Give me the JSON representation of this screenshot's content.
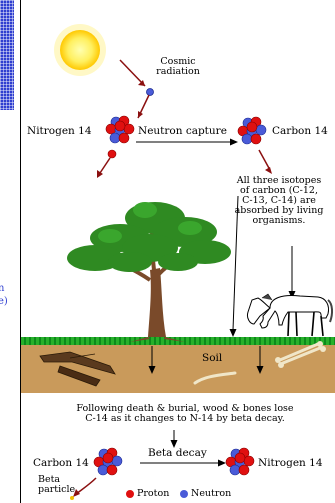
{
  "left_margin": {
    "fragment_1": "n",
    "fragment_2": "e)"
  },
  "labels": {
    "cosmic_radiation_line1": "Cosmic",
    "cosmic_radiation_line2": "radiation",
    "nitrogen14_top": "Nitrogen 14",
    "neutron_capture": "Neutron capture",
    "carbon14_top": "Carbon 14",
    "isotopes_line1": "All three isotopes",
    "isotopes_line2": "of carbon (C-12,",
    "isotopes_line3": "C-13, C-14) are",
    "isotopes_line4": "absorbed by living",
    "isotopes_line5": "organisms.",
    "soil": "Soil",
    "burial_line1": "Following death & burial, wood & bones lose",
    "burial_line2": "C-14 as it changes to N-14 by beta decay.",
    "carbon14_bottom": "Carbon 14",
    "beta_decay": "Beta decay",
    "nitrogen14_bottom": "Nitrogen 14",
    "beta_particle_line1": "Beta",
    "beta_particle_line2": "particle"
  },
  "legend": [
    {
      "label": "Proton",
      "color": "#e01010"
    },
    {
      "label": "Neutron",
      "color": "#4a5bd8"
    }
  ],
  "colors": {
    "proton": "#e01010",
    "neutron": "#4a5bd8",
    "sun_core": "#ffff80",
    "sun_glow": "#ffd000",
    "soil": "#c99a5b",
    "grass": "#27b02a",
    "foliage": "#2f8a22",
    "trunk": "#7a4a2a"
  }
}
